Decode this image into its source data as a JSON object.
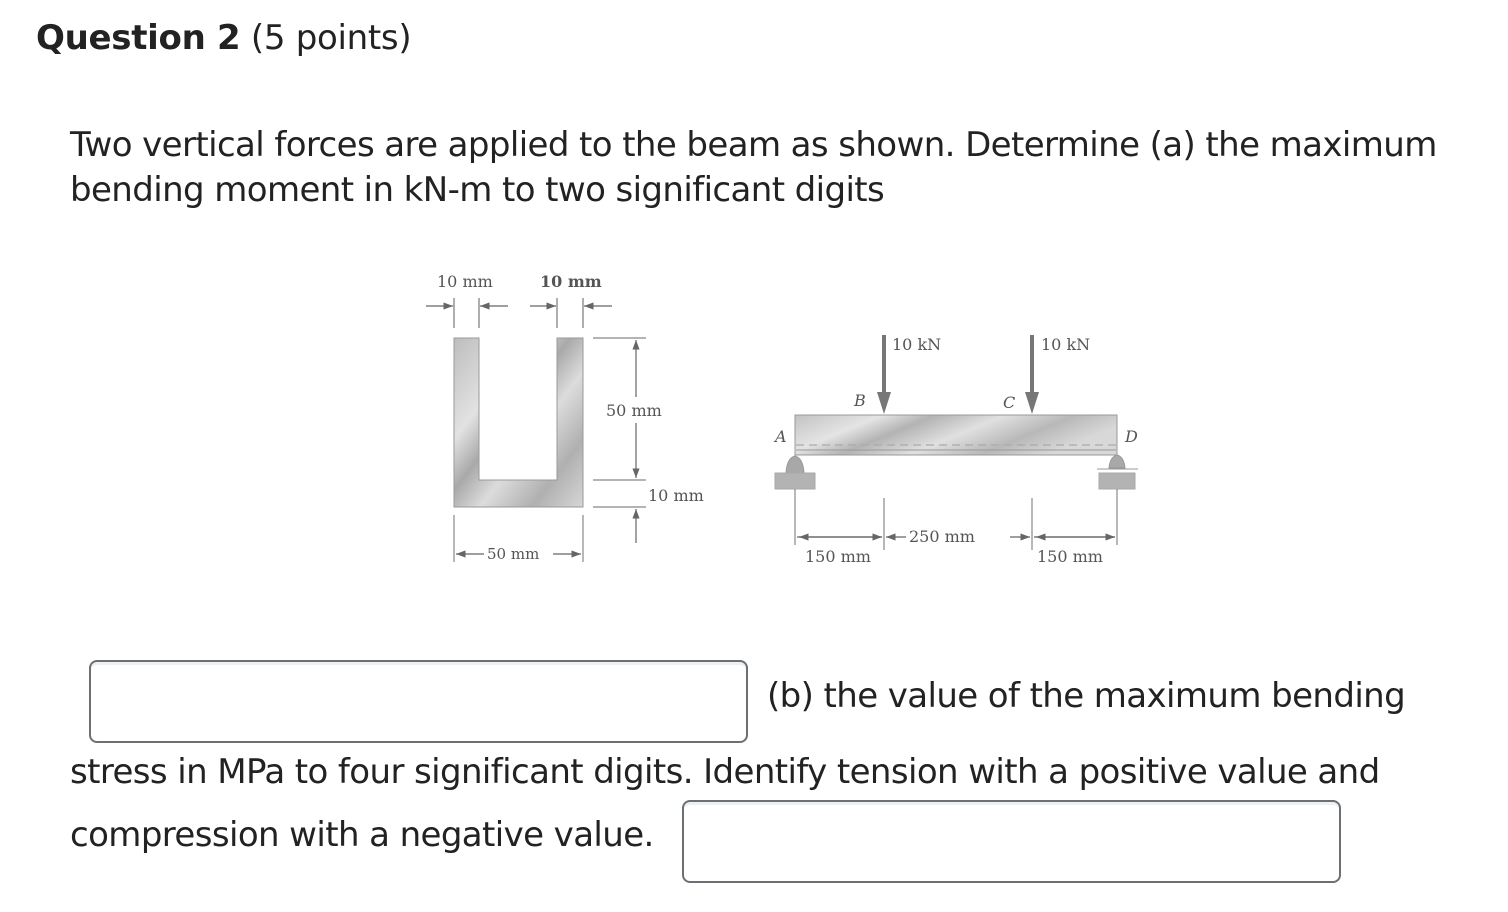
{
  "question": {
    "title": "Question 2",
    "points": "(5 points)",
    "prompt": "Two vertical forces are applied to the beam as shown. Determine (a) the maximum bending moment in kN-m to two significant digits",
    "part_b_line1": "(b) the value of the maximum bending",
    "part_b_line2": "stress in MPa to four significant digits. Identify tension with a positive value and",
    "part_b_line3": "compression with a negative value."
  },
  "answers": {
    "a": {
      "value": "",
      "placeholder": ""
    },
    "b": {
      "value": "",
      "placeholder": ""
    }
  },
  "figure": {
    "cross_section": {
      "top_left_width": "10 mm",
      "top_right_width": "10 mm",
      "inner_height": "50 mm",
      "bottom_thickness": "10 mm",
      "total_width": "50 mm"
    },
    "beam": {
      "load_b": "10 kN",
      "load_c": "10 kN",
      "point_a": "A",
      "point_b": "B",
      "point_c": "C",
      "point_d": "D",
      "span_ab": "150 mm",
      "span_bc": "250 mm",
      "span_cd": "150 mm"
    }
  }
}
